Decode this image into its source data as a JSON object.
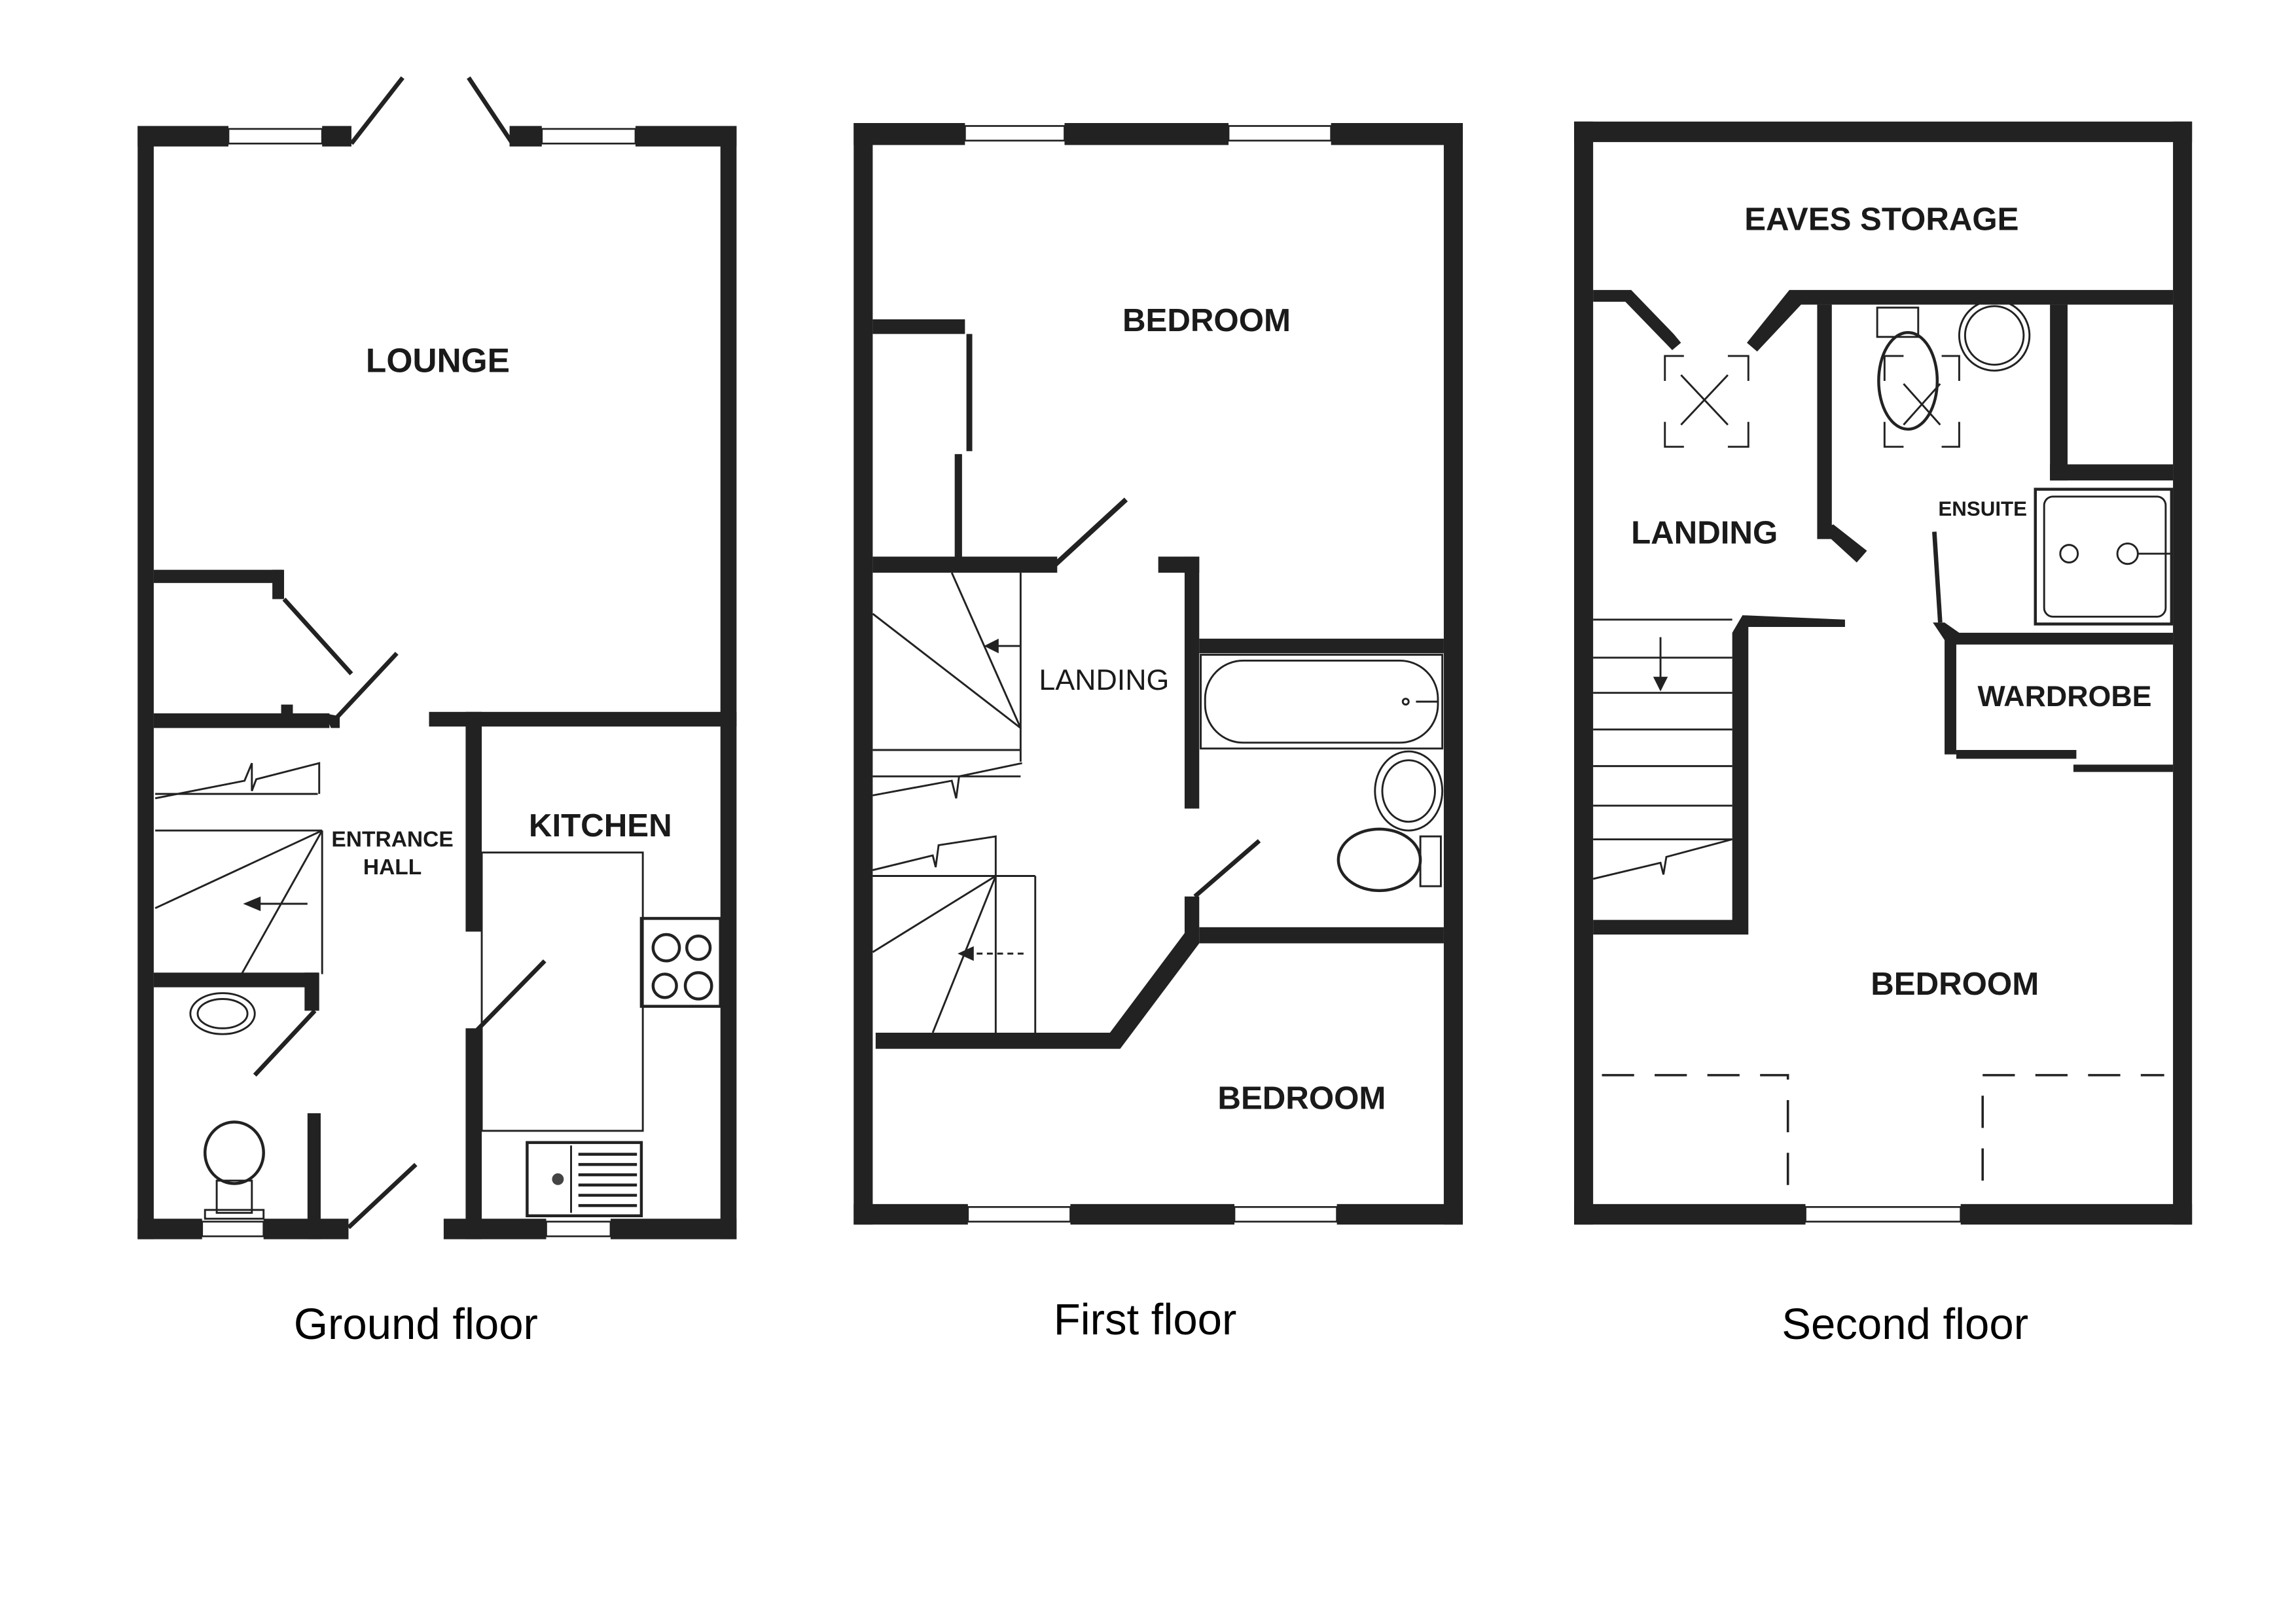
{
  "floors": [
    {
      "id": "ground",
      "caption": "Ground floor",
      "rooms": [
        {
          "label": "LOUNGE"
        },
        {
          "label": "ENTRANCE"
        },
        {
          "label": "HALL"
        },
        {
          "label": "KITCHEN"
        }
      ]
    },
    {
      "id": "first",
      "caption": "First floor",
      "rooms": [
        {
          "label": "BEDROOM"
        },
        {
          "label": "LANDING"
        },
        {
          "label": "BEDROOM"
        }
      ]
    },
    {
      "id": "second",
      "caption": "Second floor",
      "rooms": [
        {
          "label": "EAVES STORAGE"
        },
        {
          "label": "LANDING"
        },
        {
          "label": "ENSUITE"
        },
        {
          "label": "WARDROBE"
        },
        {
          "label": "BEDROOM"
        }
      ]
    }
  ],
  "colors": {
    "wall": "#222222",
    "background": "#ffffff",
    "text": "#1a1a1a"
  }
}
